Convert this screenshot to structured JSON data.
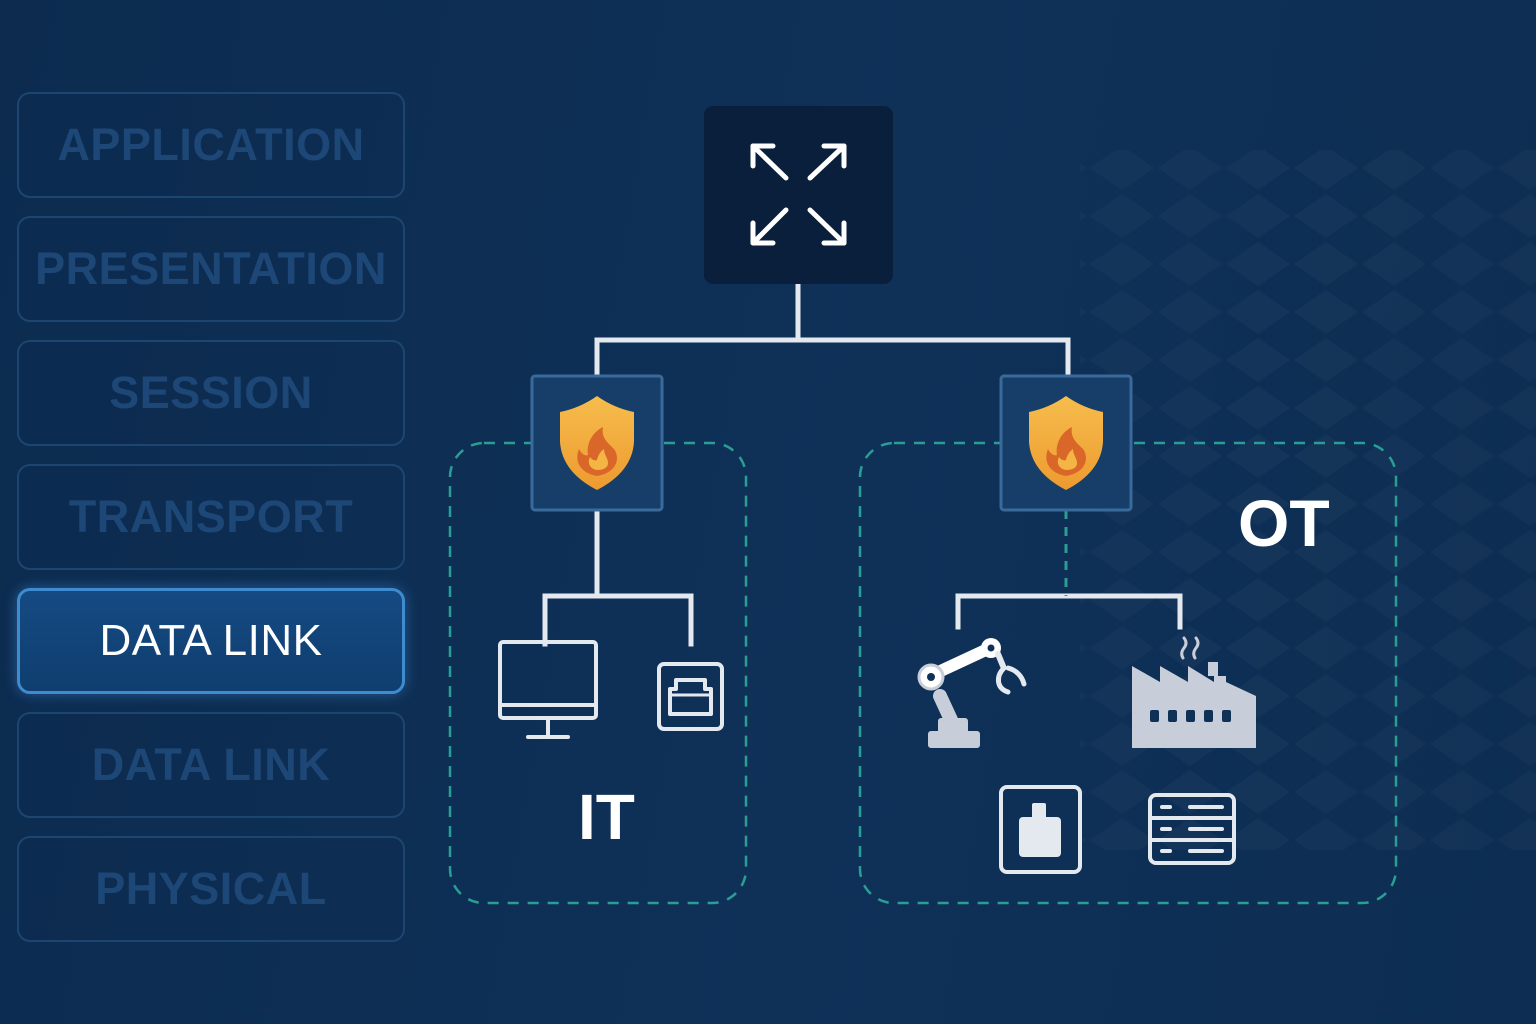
{
  "osi_layers": [
    {
      "label": "APPLICATION",
      "active": false
    },
    {
      "label": "PRESENTATION",
      "active": false
    },
    {
      "label": "SESSION",
      "active": false
    },
    {
      "label": "TRANSPORT",
      "active": false
    },
    {
      "label": "DATA LINK",
      "active": true
    },
    {
      "label": "DATA LINK",
      "active": false
    },
    {
      "label": "PHYSICAL",
      "active": false
    }
  ],
  "zones": {
    "it_label": "IT",
    "ot_label": "OT"
  },
  "icons": {
    "core_switch": "arrows-expand-icon",
    "firewall": "shield-flame-icon",
    "it_devices": [
      "desktop-monitor-icon",
      "network-port-icon"
    ],
    "ot_devices": [
      "robot-arm-icon",
      "factory-icon",
      "plc-module-icon",
      "server-rack-icon"
    ]
  },
  "colors": {
    "background": "#0f3158",
    "layer_inactive_text": "#1d4776",
    "layer_active_fill": "#154a82",
    "layer_active_border": "#3f8bd0",
    "line": "#e4e9f0",
    "dashed_zone": "#2a9d95",
    "firewall_box": "#3a6a9c",
    "shield": "#f2a93a",
    "flame": "#d9672a"
  }
}
